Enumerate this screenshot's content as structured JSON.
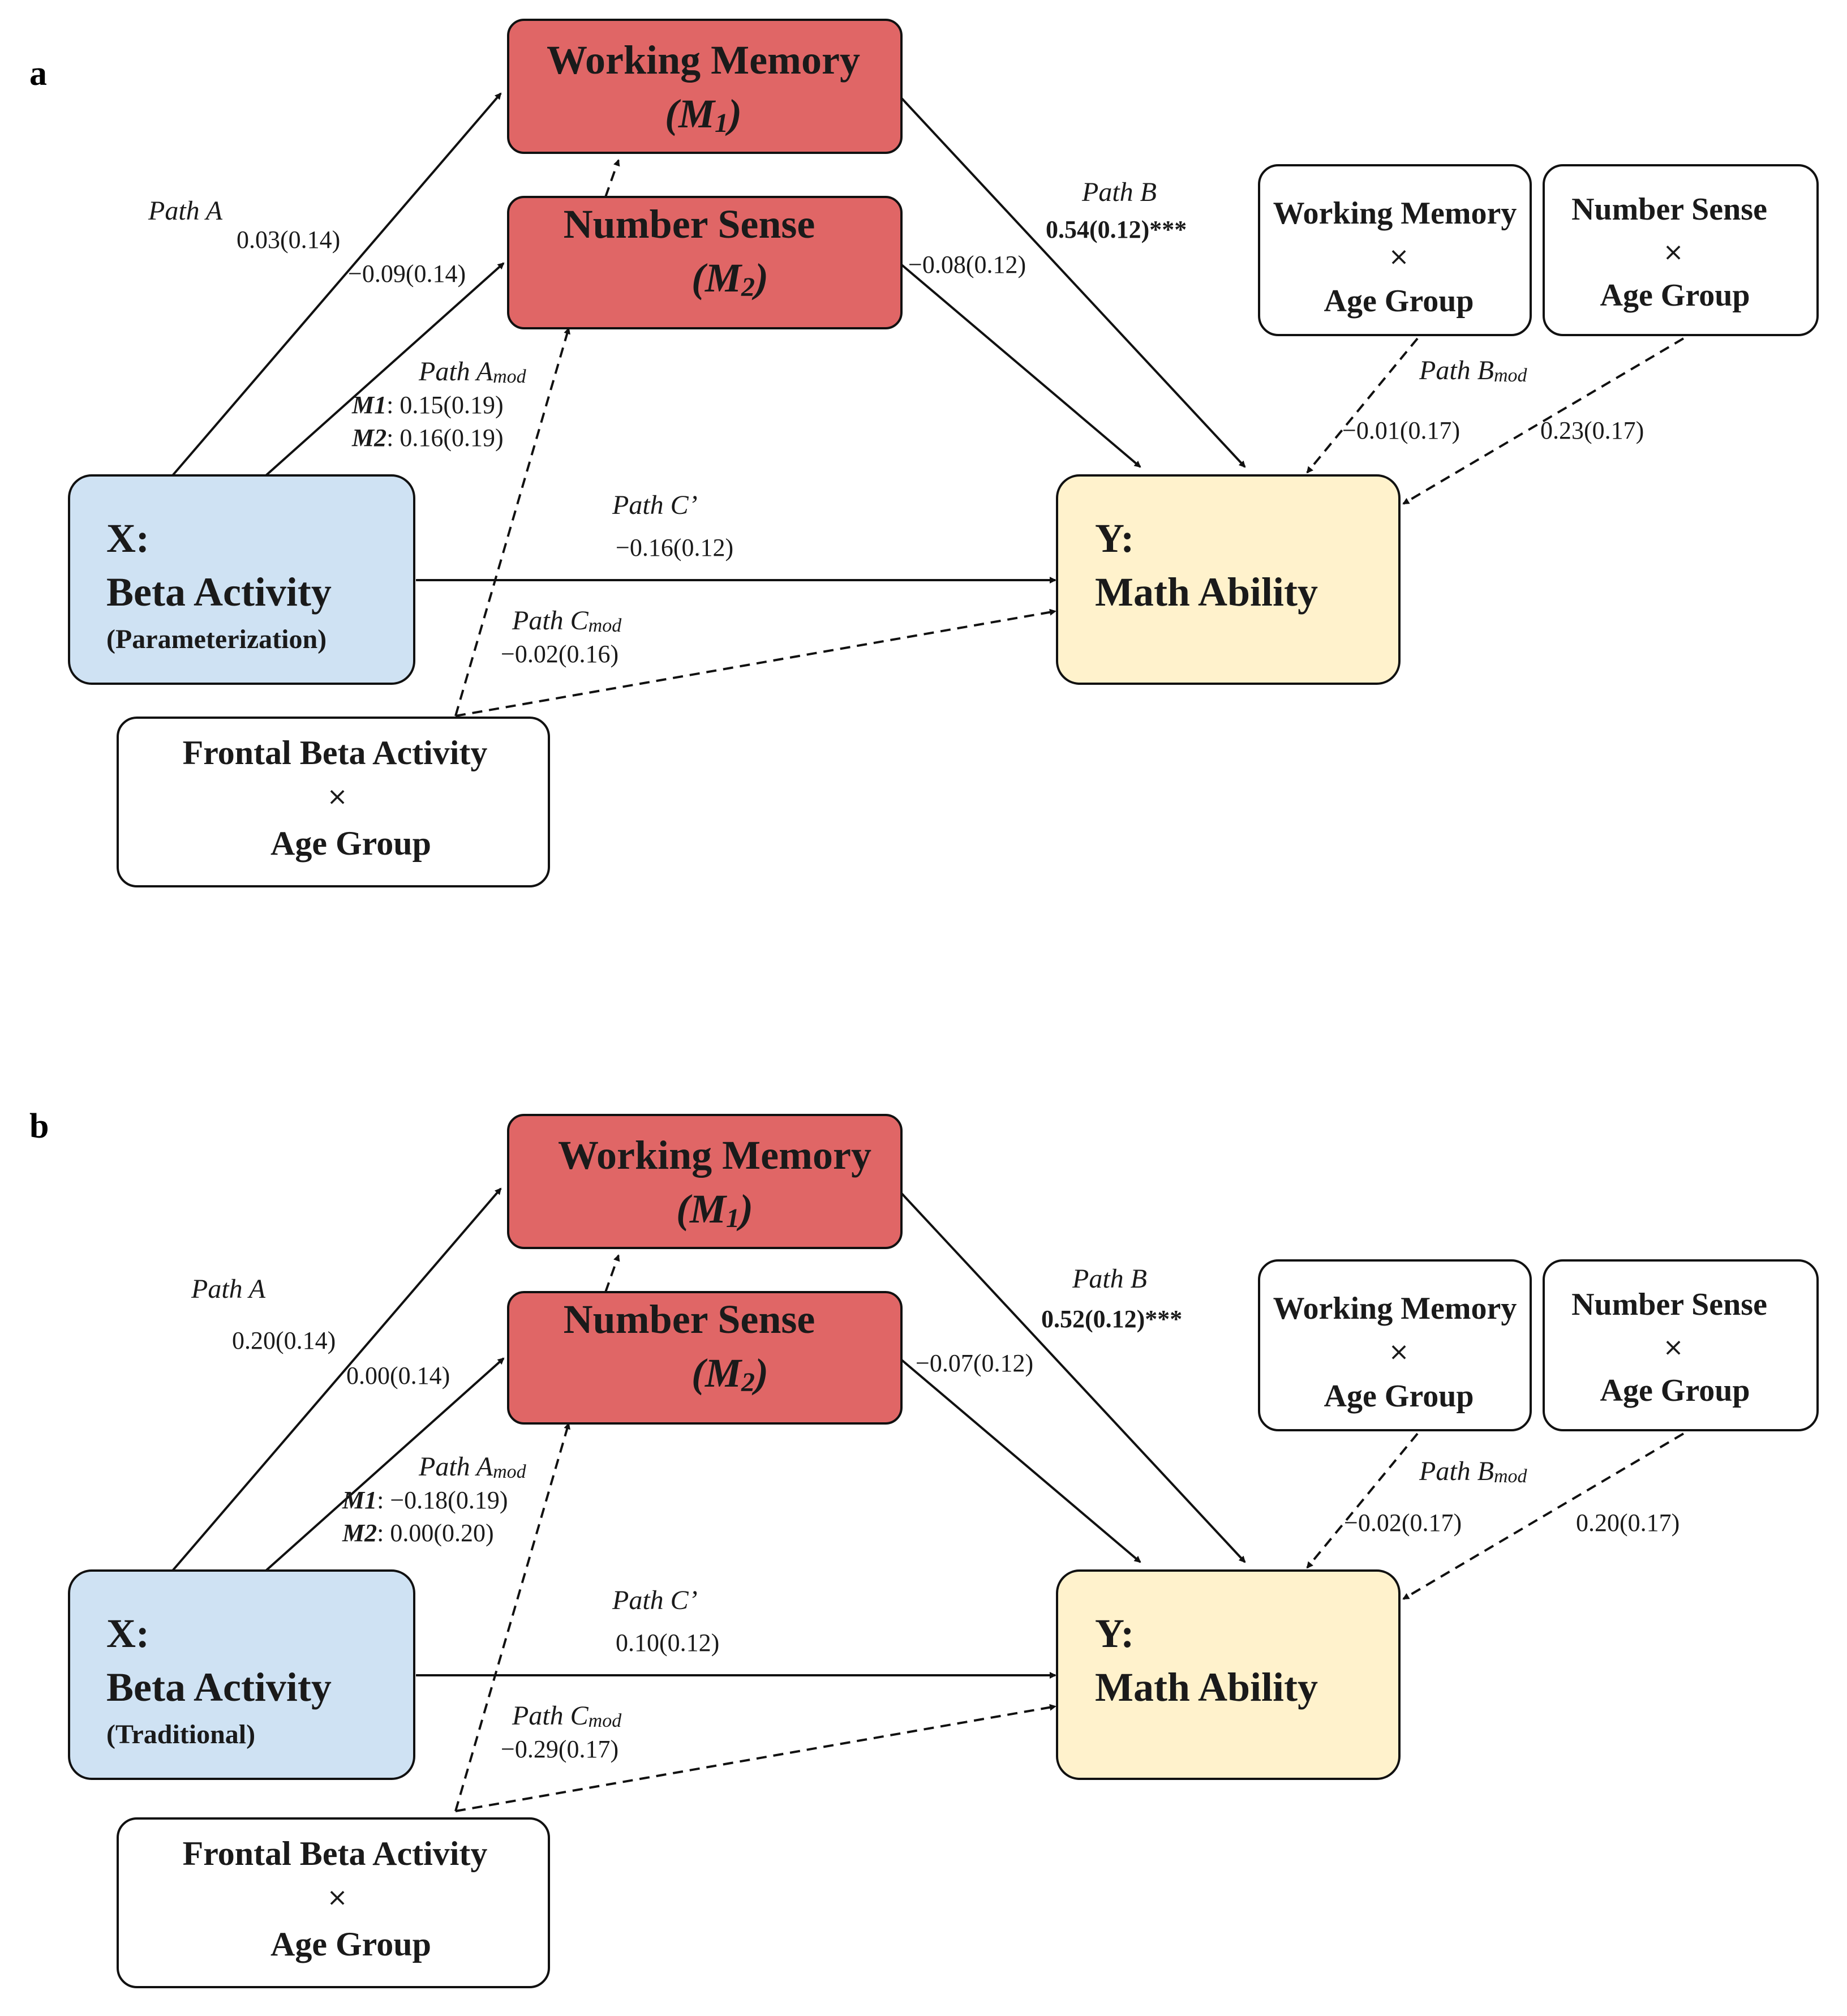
{
  "panels": [
    {
      "letter": "a",
      "m1": {
        "title": "Working Memory",
        "sub_open": "(",
        "sub_var": "M",
        "sub_idx": "1",
        "sub_close": ")"
      },
      "m2": {
        "title": "Number Sense",
        "sub_open": "(",
        "sub_var": "M",
        "sub_idx": "2",
        "sub_close": ")"
      },
      "x": {
        "line1": "X:",
        "line2": "Beta Activity",
        "line3": "(Parameterization)"
      },
      "y": {
        "line1": "Y:",
        "line2": "Math Ability"
      },
      "mod_x": {
        "line1": "Frontal Beta Activity",
        "times": "×",
        "line2": "Age Group"
      },
      "mod_wm": {
        "line1": "Working Memory",
        "times": "×",
        "line2": "Age Group"
      },
      "mod_ns": {
        "line1": "Number Sense",
        "times": "×",
        "line2": "Age Group"
      },
      "path_a_label": "Path A",
      "path_a_m1": "0.03(0.14)",
      "path_a_m2": "−0.09(0.14)",
      "path_amod_label": "Path A",
      "path_amod_sub": "mod",
      "path_amod_m1_key": "M1",
      "path_amod_m1_val": ": 0.15(0.19)",
      "path_amod_m2_key": "M2",
      "path_amod_m2_val": ": 0.16(0.19)",
      "path_b_label": "Path B",
      "path_b_m1": "0.54(0.12)***",
      "path_b_m2": "−0.08(0.12)",
      "path_bmod_label": "Path B",
      "path_bmod_sub": "mod",
      "path_bmod_wm": "−0.01(0.17)",
      "path_bmod_ns": "0.23(0.17)",
      "path_c_label": "Path C’",
      "path_c_val": "−0.16(0.12)",
      "path_cmod_label": "Path C",
      "path_cmod_sub": "mod",
      "path_cmod_val": "−0.02(0.16)"
    },
    {
      "letter": "b",
      "m1": {
        "title": "Working Memory",
        "sub_open": "(",
        "sub_var": "M",
        "sub_idx": "1",
        "sub_close": ")"
      },
      "m2": {
        "title": "Number Sense",
        "sub_open": "(",
        "sub_var": "M",
        "sub_idx": "2",
        "sub_close": ")"
      },
      "x": {
        "line1": "X:",
        "line2": "Beta Activity",
        "line3": "(Traditional)"
      },
      "y": {
        "line1": "Y:",
        "line2": "Math Ability"
      },
      "mod_x": {
        "line1": "Frontal Beta Activity",
        "times": "×",
        "line2": "Age Group"
      },
      "mod_wm": {
        "line1": "Working Memory",
        "times": "×",
        "line2": "Age Group"
      },
      "mod_ns": {
        "line1": "Number Sense",
        "times": "×",
        "line2": "Age Group"
      },
      "path_a_label": "Path A",
      "path_a_m1": "0.20(0.14)",
      "path_a_m2": "0.00(0.14)",
      "path_amod_label": "Path A",
      "path_amod_sub": "mod",
      "path_amod_m1_key": "M1",
      "path_amod_m1_val": ": −0.18(0.19)",
      "path_amod_m2_key": "M2",
      "path_amod_m2_val": ": 0.00(0.20)",
      "path_b_label": "Path B",
      "path_b_m1": "0.52(0.12)***",
      "path_b_m2": "−0.07(0.12)",
      "path_bmod_label": "Path B",
      "path_bmod_sub": "mod",
      "path_bmod_wm": "−0.02(0.17)",
      "path_bmod_ns": "0.20(0.17)",
      "path_c_label": "Path C’",
      "path_c_val": "0.10(0.12)",
      "path_cmod_label": "Path C",
      "path_cmod_sub": "mod",
      "path_cmod_val": "−0.29(0.17)"
    }
  ],
  "colors": {
    "mediator_fill": "#e06666",
    "x_fill": "#cfe2f3",
    "y_fill": "#fff2cc",
    "moderator_fill": "#ffffff",
    "stroke": "#111111"
  }
}
